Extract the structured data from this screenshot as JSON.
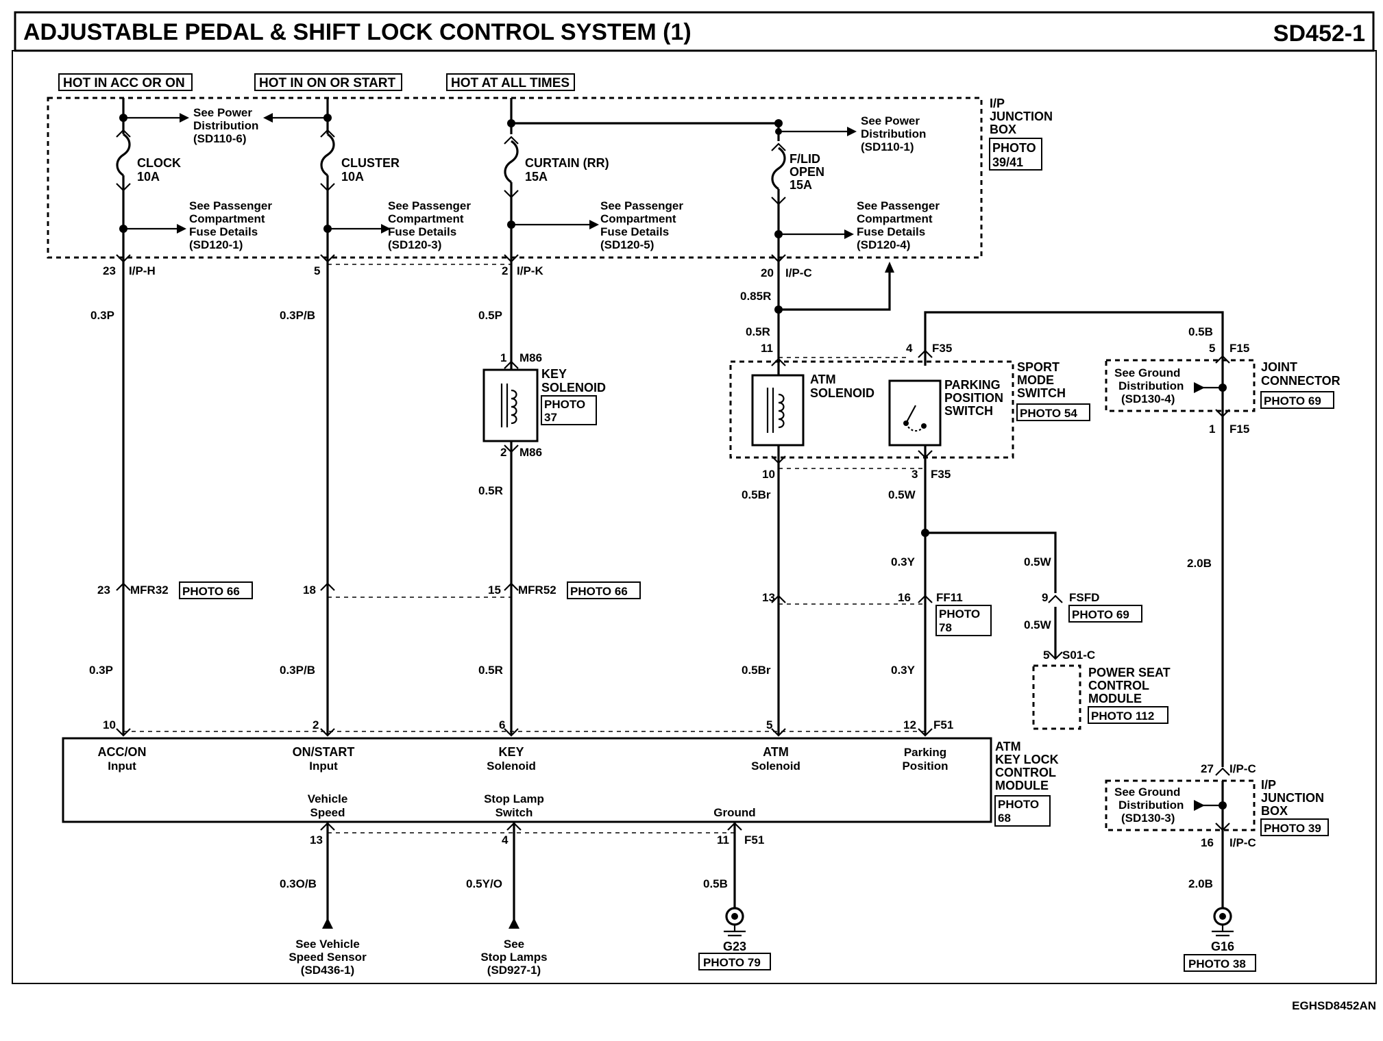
{
  "header": {
    "title": "ADJUSTABLE PEDAL & SHIFT LOCK CONTROL SYSTEM (1)",
    "code": "SD452-1"
  },
  "footer_code": "EGHSD8452AN",
  "power_labels": [
    "HOT IN ACC OR ON",
    "HOT IN ON OR START",
    "HOT AT ALL TIMES"
  ],
  "junction_box": {
    "lines": [
      "I/P",
      "JUNCTION",
      "BOX"
    ],
    "photo": [
      "PHOTO",
      "39/41"
    ]
  },
  "fuses": [
    {
      "lines": [
        "CLOCK",
        "10A"
      ]
    },
    {
      "lines": [
        "CLUSTER",
        "10A"
      ]
    },
    {
      "lines": [
        "CURTAIN (RR)",
        "15A"
      ]
    },
    {
      "lines": [
        "F/LID",
        "OPEN",
        "15A"
      ]
    }
  ],
  "references": {
    "power_dist_a": [
      "See Power",
      "Distribution",
      "(SD110-6)"
    ],
    "power_dist_b": [
      "See Power",
      "Distribution",
      "(SD110-1)"
    ],
    "fuse_details_1": [
      "See Passenger",
      "Compartment",
      "Fuse Details",
      "(SD120-1)"
    ],
    "fuse_details_3": [
      "See Passenger",
      "Compartment",
      "Fuse Details",
      "(SD120-3)"
    ],
    "fuse_details_5": [
      "See Passenger",
      "Compartment",
      "Fuse Details",
      "(SD120-5)"
    ],
    "fuse_details_4": [
      "See Passenger",
      "Compartment",
      "Fuse Details",
      "(SD120-4)"
    ],
    "ground_dist_a": [
      "See Ground",
      "Distribution",
      "(SD130-4)"
    ],
    "ground_dist_b": [
      "See Ground",
      "Distribution",
      "(SD130-3)"
    ],
    "vehicle_speed": [
      "See Vehicle",
      "Speed Sensor",
      "(SD436-1)"
    ],
    "stop_lamps": [
      "See",
      "Stop Lamps",
      "(SD927-1)"
    ]
  },
  "connectors": {
    "ip_h": "I/P-H",
    "ip_k": "I/P-K",
    "ip_c": "I/P-C",
    "m86": "M86",
    "mfr32": "MFR32",
    "mfr52": "MFR52",
    "f35": "F35",
    "f15": "F15",
    "ff11": "FF11",
    "fsfd": "FSFD",
    "s01c": "S01-C",
    "f51": "F51"
  },
  "pins": {
    "p23": "23",
    "p5": "5",
    "p2": "2",
    "p20": "20",
    "p1": "1",
    "p11": "11",
    "p4": "4",
    "p10": "10",
    "p3": "3",
    "p18": "18",
    "p15": "15",
    "p13": "13",
    "p16": "16",
    "p9": "9",
    "p6": "6",
    "p12": "12",
    "p27": "27"
  },
  "wires": {
    "w03p": "0.3P",
    "w03pb": "0.3P/B",
    "w05p": "0.5P",
    "w085r": "0.85R",
    "w05r": "0.5R",
    "w05b": "0.5B",
    "w05br": "0.5Br",
    "w05w": "0.5W",
    "w03y": "0.3Y",
    "w20b": "2.0B",
    "w03ob": "0.3O/B",
    "w05yo": "0.5Y/O"
  },
  "photos": {
    "p37": [
      "PHOTO",
      "37"
    ],
    "p54": "PHOTO 54",
    "p69": "PHOTO 69",
    "p66": "PHOTO 66",
    "p78": [
      "PHOTO",
      "78"
    ],
    "p112": "PHOTO 112",
    "p68": [
      "PHOTO",
      "68"
    ],
    "p39": "PHOTO 39",
    "p79": "PHOTO 79",
    "p38": "PHOTO 38"
  },
  "components": {
    "key_solenoid": [
      "KEY",
      "SOLENOID"
    ],
    "atm_solenoid": [
      "ATM",
      "SOLENOID"
    ],
    "parking_switch": [
      "PARKING",
      "POSITION",
      "SWITCH"
    ],
    "sport_mode": [
      "SPORT",
      "MODE",
      "SWITCH"
    ],
    "joint_connector": [
      "JOINT",
      "CONNECTOR"
    ],
    "power_seat": [
      "POWER SEAT",
      "CONTROL",
      "MODULE"
    ],
    "atm_module": [
      "ATM",
      "KEY LOCK",
      "CONTROL",
      "MODULE"
    ],
    "ip_junction2": [
      "I/P",
      "JUNCTION",
      "BOX"
    ]
  },
  "module_pins": {
    "acc_on": [
      "ACC/ON",
      "Input"
    ],
    "on_start": [
      "ON/START",
      "Input"
    ],
    "key_sol": [
      "KEY",
      "Solenoid"
    ],
    "atm_sol": [
      "ATM",
      "Solenoid"
    ],
    "parking": [
      "Parking",
      "Position"
    ],
    "vehicle_speed": [
      "Vehicle",
      "Speed"
    ],
    "stop_lamp": [
      "Stop Lamp",
      "Switch"
    ],
    "ground": "Ground"
  },
  "grounds": {
    "g23": "G23",
    "g16": "G16"
  }
}
